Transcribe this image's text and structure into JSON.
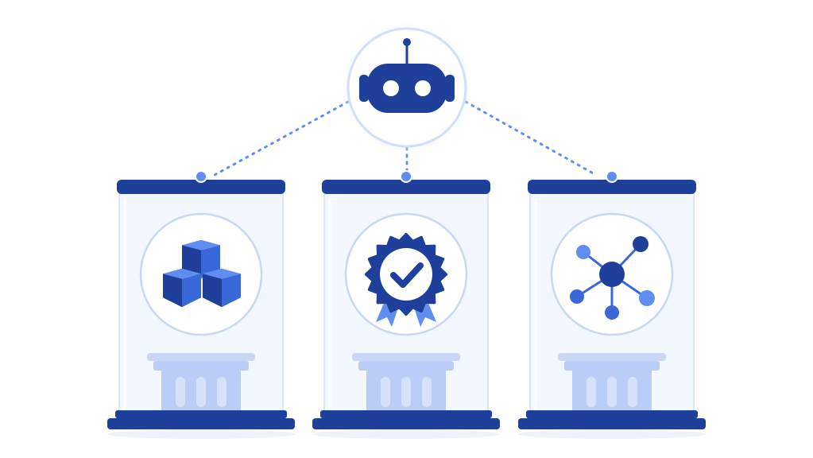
{
  "colors": {
    "navy": "#1e3f9a",
    "blue": "#3a68d8",
    "light_blue": "#5f8ef0",
    "pale_blue": "#c9d7f7",
    "column_blue": "#b9cdf6",
    "glass": "#f3f7ff",
    "outline": "#dbe5fb",
    "shadow": "#eef2fb"
  },
  "hub": {
    "icon": "robot-icon"
  },
  "cases": [
    {
      "icon": "stacked-cubes-icon",
      "pedestal": "column-pedestal"
    },
    {
      "icon": "award-badge-check-icon",
      "pedestal": "column-pedestal"
    },
    {
      "icon": "network-nodes-icon",
      "pedestal": "column-pedestal"
    }
  ]
}
